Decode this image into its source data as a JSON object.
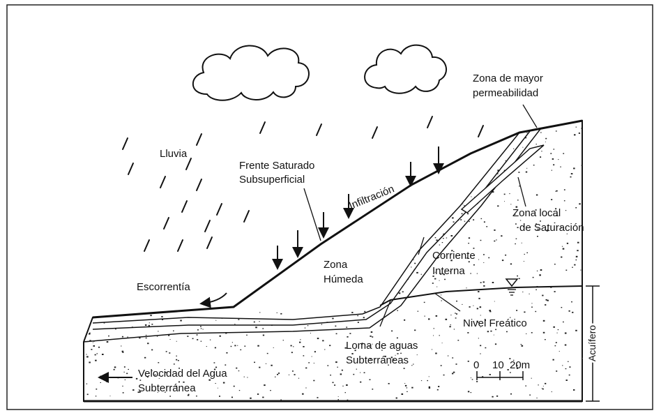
{
  "labels": {
    "lluvia": "Lluvia",
    "frente_1": "Frente Saturado",
    "frente_2": "Subsuperficial",
    "infiltracion": "Infiltración",
    "zona_mayor_1": "Zona de mayor",
    "zona_mayor_2": "permeabilidad",
    "zona_local_1": "Zona local",
    "zona_local_2": "de Saturación",
    "corriente_1": "Corriente",
    "corriente_2": "Interna",
    "zona_humeda_1": "Zona",
    "zona_humeda_2": "Húmeda",
    "escorrentia": "Escorrentía",
    "nivel_freatico": "Nivel Freático",
    "loma_1": "Loma de aguas",
    "loma_2": "Subterráneas",
    "velocidad_1": "Velocidad del Agua",
    "velocidad_2": "Subterránea",
    "acuifero": "Acuífero",
    "scale_0": "0",
    "scale_10": "10",
    "scale_20": "20m"
  }
}
